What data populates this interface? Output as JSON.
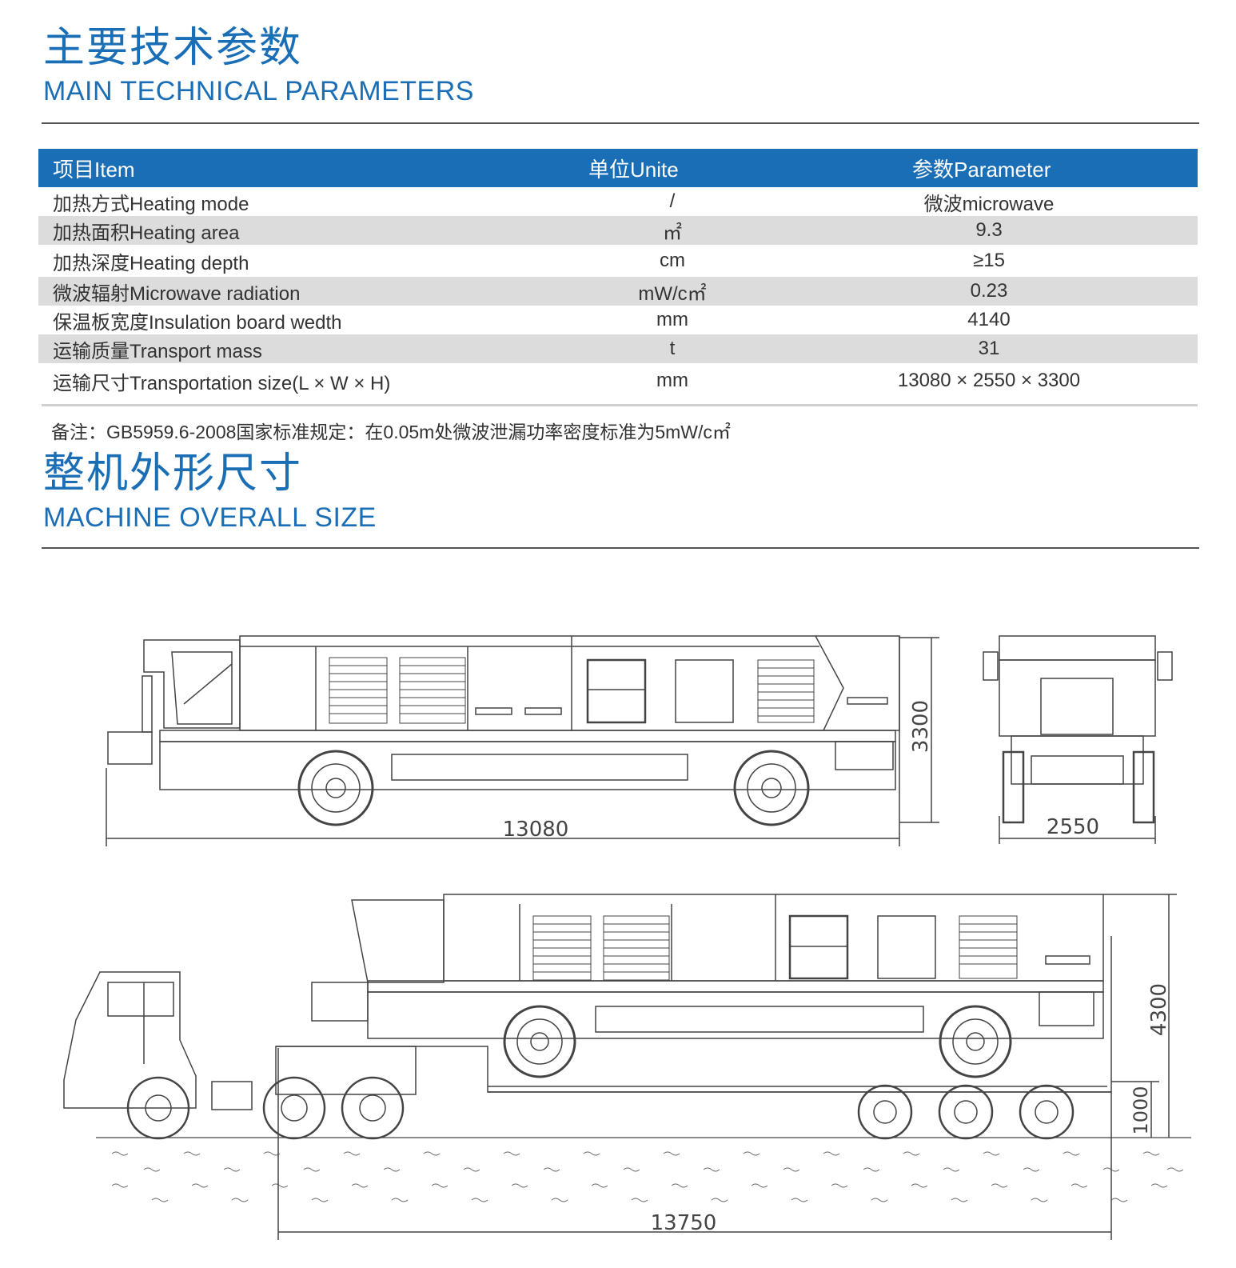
{
  "section1": {
    "title_cn": "主要技术参数",
    "title_en": "MAIN TECHNICAL PARAMETERS"
  },
  "table": {
    "headers": [
      "项目Item",
      "单位Unite",
      "参数Parameter"
    ],
    "rows": [
      {
        "item": "加热方式Heating mode",
        "unit": "/",
        "value": "微波microwave"
      },
      {
        "item": "加热面积Heating area",
        "unit": "㎡",
        "value": "9.3"
      },
      {
        "item": "加热深度Heating depth",
        "unit": "cm",
        "value": "≥15"
      },
      {
        "item": "微波辐射Microwave radiation",
        "unit": "mW/c㎡",
        "value": "0.23"
      },
      {
        "item": "保温板宽度Insulation board wedth",
        "unit": "mm",
        "value": "4140"
      },
      {
        "item": "运输质量Transport mass",
        "unit": "t",
        "value": "31"
      },
      {
        "item": "运输尺寸Transportation size(L × W × H)",
        "unit": "mm",
        "value": "13080 × 2550 × 3300"
      }
    ],
    "note": "备注：GB5959.6-2008国家标准规定：在0.05m处微波泄漏功率密度标准为5mW/c㎡"
  },
  "section2": {
    "title_cn": "整机外形尺寸",
    "title_en": "MACHINE OVERALL SIZE"
  },
  "dimensions": {
    "side_length": "13080",
    "side_height": "3300",
    "front_width": "2550",
    "transport_height": "4300",
    "deck_height": "1000",
    "transport_length": "13750"
  },
  "colors": {
    "accent": "#1a6eb6",
    "row_shade": "#dcdcdc",
    "line": "#555555"
  }
}
